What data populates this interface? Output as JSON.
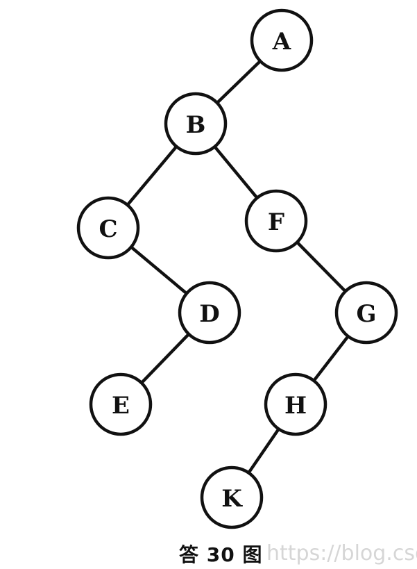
{
  "diagram": {
    "type": "binary-tree",
    "nodes": [
      {
        "id": "A",
        "label": "A"
      },
      {
        "id": "B",
        "label": "B"
      },
      {
        "id": "C",
        "label": "C"
      },
      {
        "id": "F",
        "label": "F"
      },
      {
        "id": "D",
        "label": "D"
      },
      {
        "id": "G",
        "label": "G"
      },
      {
        "id": "E",
        "label": "E"
      },
      {
        "id": "H",
        "label": "H"
      },
      {
        "id": "K",
        "label": "K"
      }
    ],
    "edges": [
      {
        "from": "A",
        "to": "B"
      },
      {
        "from": "B",
        "to": "C"
      },
      {
        "from": "B",
        "to": "F"
      },
      {
        "from": "C",
        "to": "D"
      },
      {
        "from": "F",
        "to": "G"
      },
      {
        "from": "D",
        "to": "E"
      },
      {
        "from": "G",
        "to": "H"
      },
      {
        "from": "H",
        "to": "K"
      }
    ],
    "colors": {
      "line": "#111111",
      "node_fill": "#ffffff"
    }
  },
  "caption": "答 30 图",
  "watermark": "https://blog.csd"
}
